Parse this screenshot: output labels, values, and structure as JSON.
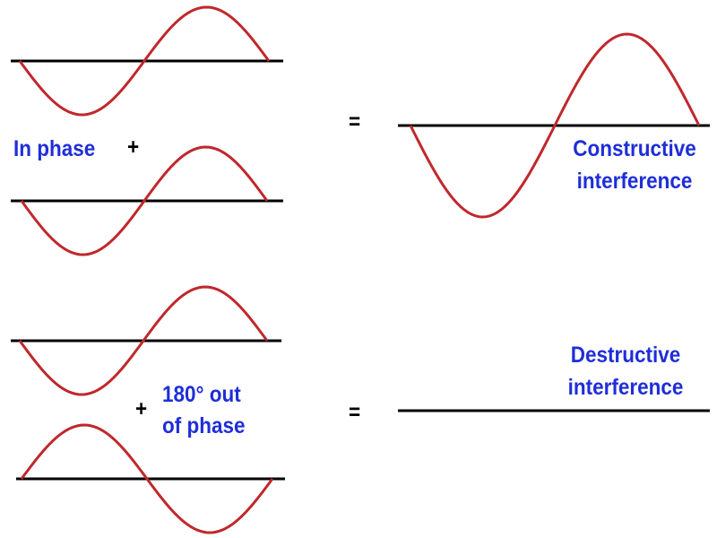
{
  "labels": {
    "in_phase": "In phase",
    "plus": "+",
    "equals": "=",
    "constructive": [
      "Constructive",
      "interference"
    ],
    "out_of_phase": [
      "180° out",
      "of phase"
    ],
    "destructive": [
      "Destructive",
      "interference"
    ]
  },
  "colors": {
    "wave": "#c0282c",
    "axis": "#000000",
    "text": "#1f2ed8"
  }
}
